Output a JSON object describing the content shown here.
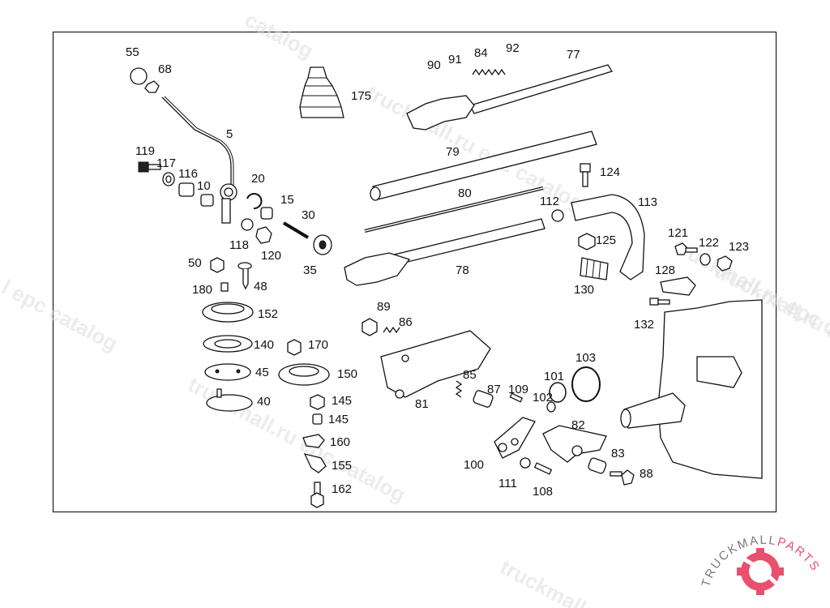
{
  "watermarks": [
    "catalog",
    "truckmall.ru epc catalog",
    "l epc catalog",
    "truckmall.ru epc catalog",
    "truckmall.ru epc catalog",
    "truckmall.ru e",
    "truckmall"
  ],
  "logo": {
    "text": "TRUCKMALL",
    "text_accent": "PARTS",
    "accent_color": "#e8506e",
    "gear_color": "#e8506e"
  },
  "callouts": {
    "c55": "55",
    "c68": "68",
    "c175": "175",
    "c90": "90",
    "c91": "91",
    "c84": "84",
    "c92": "92",
    "c77": "77",
    "c5": "5",
    "c119": "119",
    "c117": "117",
    "c116": "116",
    "c10": "10",
    "c20": "20",
    "c15": "15",
    "c30": "30",
    "c118": "118",
    "c120": "120",
    "c35": "35",
    "c50": "50",
    "c180": "180",
    "c48": "48",
    "c152": "152",
    "c140": "140",
    "c170": "170",
    "c45": "45",
    "c150": "150",
    "c40": "40",
    "c145a": "145",
    "c145b": "145",
    "c160": "160",
    "c155": "155",
    "c162": "162",
    "c79": "79",
    "c80": "80",
    "c78": "78",
    "c112": "112",
    "c124": "124",
    "c113": "113",
    "c125": "125",
    "c121": "121",
    "c122": "122",
    "c123": "123",
    "c128": "128",
    "c130": "130",
    "c132": "132",
    "c89": "89",
    "c86": "86",
    "c85": "85",
    "c81": "81",
    "c87": "87",
    "c109": "109",
    "c103": "103",
    "c101": "101",
    "c102": "102",
    "c82": "82",
    "c100": "100",
    "c111": "111",
    "c108": "108",
    "c83": "83",
    "c88": "88"
  }
}
